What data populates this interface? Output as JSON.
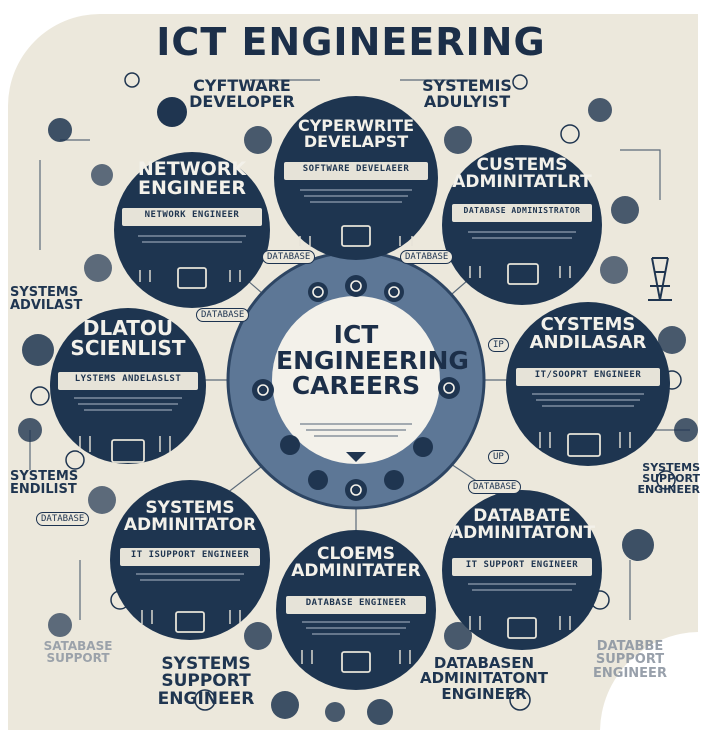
{
  "title": "ICT ENGINEERING",
  "center": {
    "line1": "ICT",
    "line2": "ENGINEERING",
    "line3": "CAREERS"
  },
  "circles": {
    "top": {
      "title": "CYPERWRITE DEVELAPST",
      "subtitle": "SOFTWARE DEVELAEER"
    },
    "top_left": {
      "title": "NETWORK ENGINEER",
      "subtitle": "NETWORK ENGINEER"
    },
    "top_right": {
      "title": "CUSTEMS ADMINITATLRT",
      "subtitle": "DATABASE ADMINISTRATOR"
    },
    "left": {
      "title": "DLATOU SCIENLIST",
      "subtitle": "LYSTEMS ANDELASLST"
    },
    "right": {
      "title": "CYSTEMS ANDILASAR",
      "subtitle": "IT/SOOPRT ENGINEER"
    },
    "bottom_left": {
      "title": "SYSTEMS ADMINITATOR",
      "subtitle": "IT ISUPPORT ENGINEER"
    },
    "bottom": {
      "title": "CLOEMS ADMINITATER",
      "subtitle": "DATABASE ENGINEER"
    },
    "bottom_right": {
      "title": "DATABATE ADMINITATONT",
      "subtitle": "IT SUPPORT ENGINEER"
    }
  },
  "outer_labels": {
    "top_left": "CYFTWARE DEVELOPER",
    "top_right": "SYSTEMIS ADULYIST",
    "left_upper": "SYSTEMS ADVILAST",
    "left_lower": "SYSTEMS ENDILIST",
    "right_lower": "SYSTEMS SUPPORT ENGINEER",
    "bottom_left_faded": "SATABASE SUPPORT",
    "bottom_left": "SYSTEMS SUPPORT ENGINEER",
    "bottom_center": "DATABASEN ADMINITATONT ENGINEER",
    "bottom_right_faded": "DATABBE SUPPORT ENGINEER"
  },
  "pills": {
    "p1": "DATABASE",
    "p2": "DATABASE",
    "p3": "DATABASE",
    "p4": "DATABASE",
    "p5": "DATABASE",
    "p6": "IP",
    "p7": "UP"
  },
  "colors": {
    "background": "#ece8dc",
    "navy": "#1f3550",
    "circle_dark": "#1e3550",
    "circle_mid": "#5d7796",
    "cream": "#f3f1ea"
  }
}
